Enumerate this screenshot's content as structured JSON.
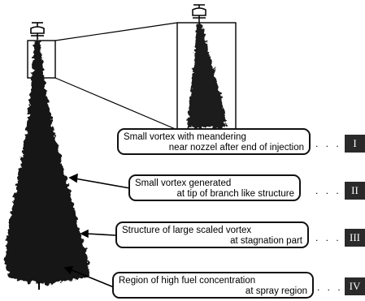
{
  "annotations": [
    {
      "line1": "Small vortex with meandering",
      "line2": "near nozzel after end of injection",
      "numeral": "I"
    },
    {
      "line1": "Small vortex generated",
      "line2": "at tip of branch like structure",
      "numeral": "II"
    },
    {
      "line1": "Structure of large scaled vortex",
      "line2": "at stagnation part",
      "numeral": "III"
    },
    {
      "line1": "Region of high fuel concentration",
      "line2": "at spray region",
      "numeral": "IV"
    }
  ],
  "leader_dots": ". . .",
  "icons": [
    "nozzle-icon",
    "zoom-frame"
  ]
}
